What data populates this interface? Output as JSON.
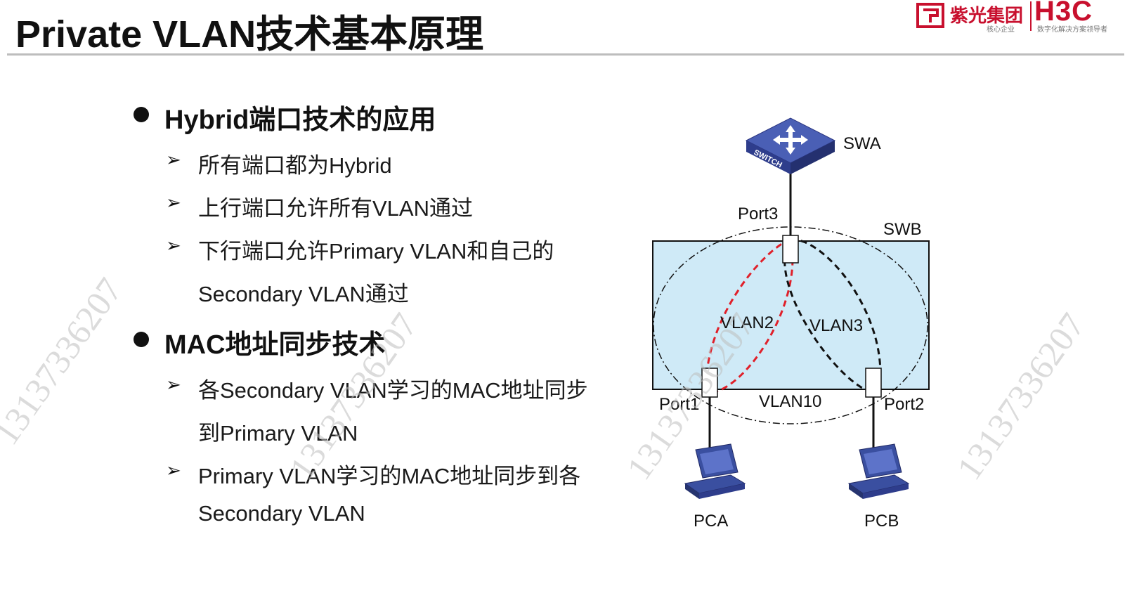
{
  "header": {
    "title": "Private VLAN技术基本原理",
    "logo_brand": "紫光集团",
    "logo_sub1": "核心企业",
    "logo_h3c": "H3C",
    "logo_sub2": "数字化解决方案领导者"
  },
  "content": {
    "sections": [
      {
        "heading": "Hybrid端口技术的应用",
        "items": [
          "所有端口都为Hybrid",
          "上行端口允许所有VLAN通过",
          "下行端口允许Primary VLAN和自己的",
          "Secondary VLAN通过"
        ]
      },
      {
        "heading": "MAC地址同步技术",
        "items": [
          "各Secondary VLAN学习的MAC地址同步",
          "到Primary VLAN",
          "Primary VLAN学习的MAC地址同步到各",
          "Secondary VLAN"
        ]
      }
    ]
  },
  "diagram": {
    "swa": "SWA",
    "swb": "SWB",
    "switch_badge": "SWITCH",
    "port1": "Port1",
    "port2": "Port2",
    "port3": "Port3",
    "vlan2": "VLAN2",
    "vlan3": "VLAN3",
    "vlan10": "VLAN10",
    "pca": "PCA",
    "pcb": "PCB"
  },
  "watermark": "13137336207",
  "colors": {
    "brand_red": "#c8102e",
    "swb_fill": "#cfeaf7",
    "vlan2_line": "#e0202a",
    "vlan3_line": "#111111",
    "device_blue": "#3a4fa0"
  }
}
